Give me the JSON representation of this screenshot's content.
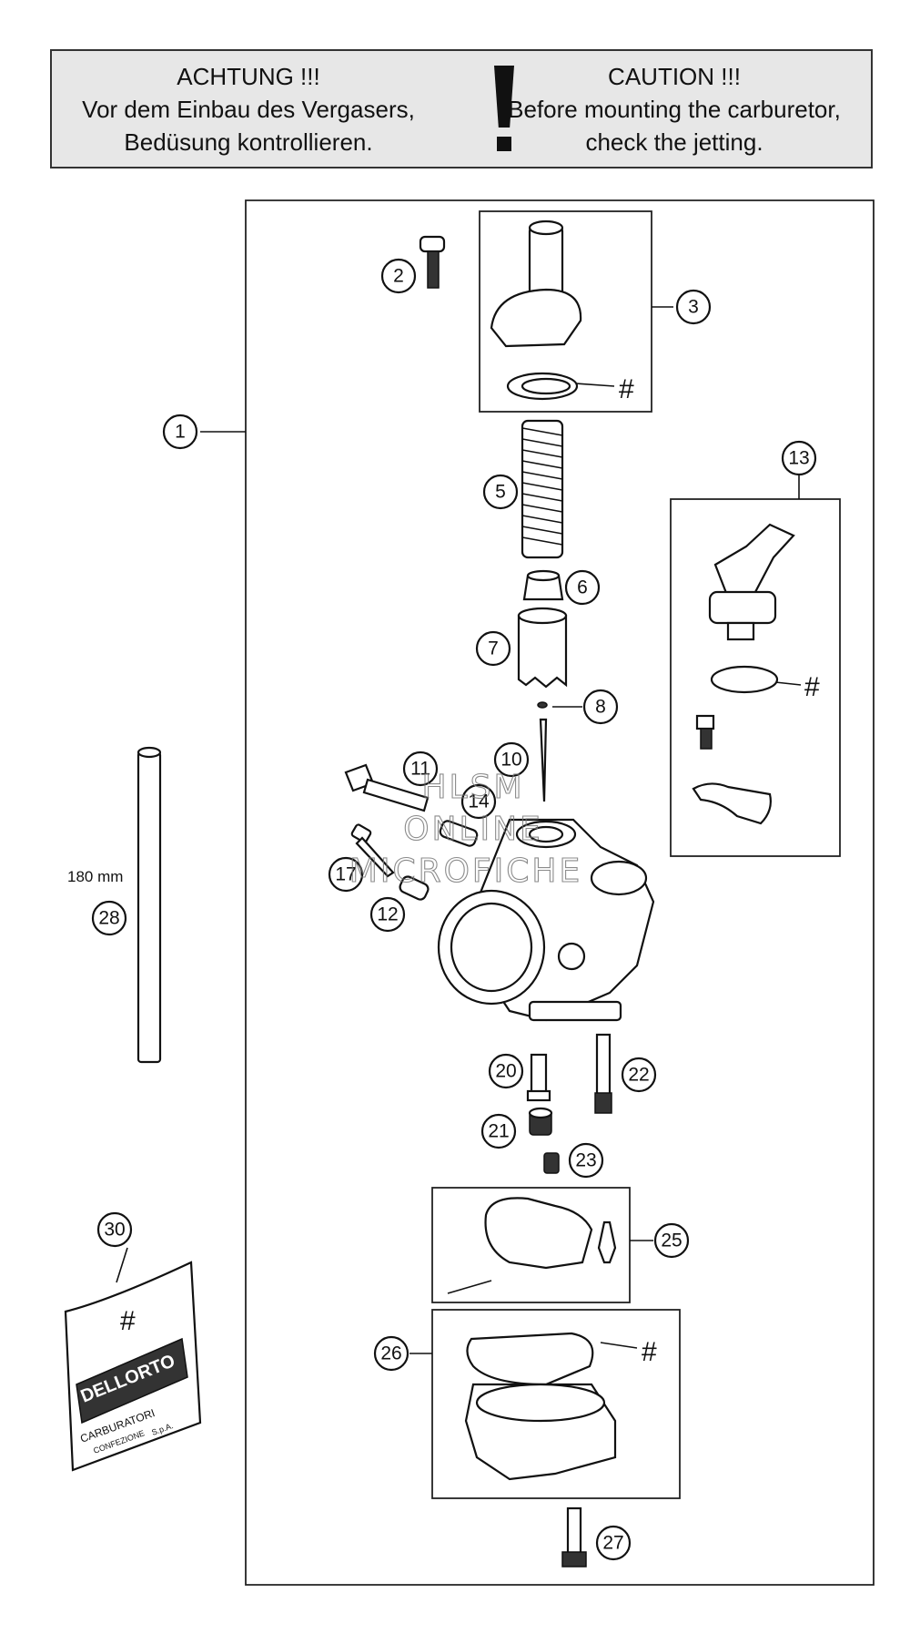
{
  "caution": {
    "left_lines": [
      "ACHTUNG !!!",
      "Vor dem Einbau des Vergasers,",
      "Bedüsung kontrollieren."
    ],
    "right_lines": [
      "CAUTION !!!",
      "Before mounting the carburetor,",
      "check the jetting."
    ]
  },
  "callouts": {
    "c1": "1",
    "c2": "2",
    "c3": "3",
    "c5": "5",
    "c6": "6",
    "c7": "7",
    "c8": "8",
    "c10": "10",
    "c11": "11",
    "c12": "12",
    "c13": "13",
    "c14": "14",
    "c17": "17",
    "c20": "20",
    "c21": "21",
    "c22": "22",
    "c23": "23",
    "c25": "25",
    "c26": "26",
    "c27": "27",
    "c28": "28",
    "c30": "30"
  },
  "hash_marks": {
    "h3": "#",
    "h13": "#",
    "h26": "#",
    "h30": "#"
  },
  "hose_length": "180 mm",
  "bag_label": {
    "brand": "DELLORTO",
    "sub": "CARBURATORI",
    "line1": "CONFEZIONE",
    "line2": "S.p.A."
  },
  "watermark": {
    "line1": "HLSM",
    "line2": "ONLINE",
    "line3": "MICROFICHE"
  }
}
